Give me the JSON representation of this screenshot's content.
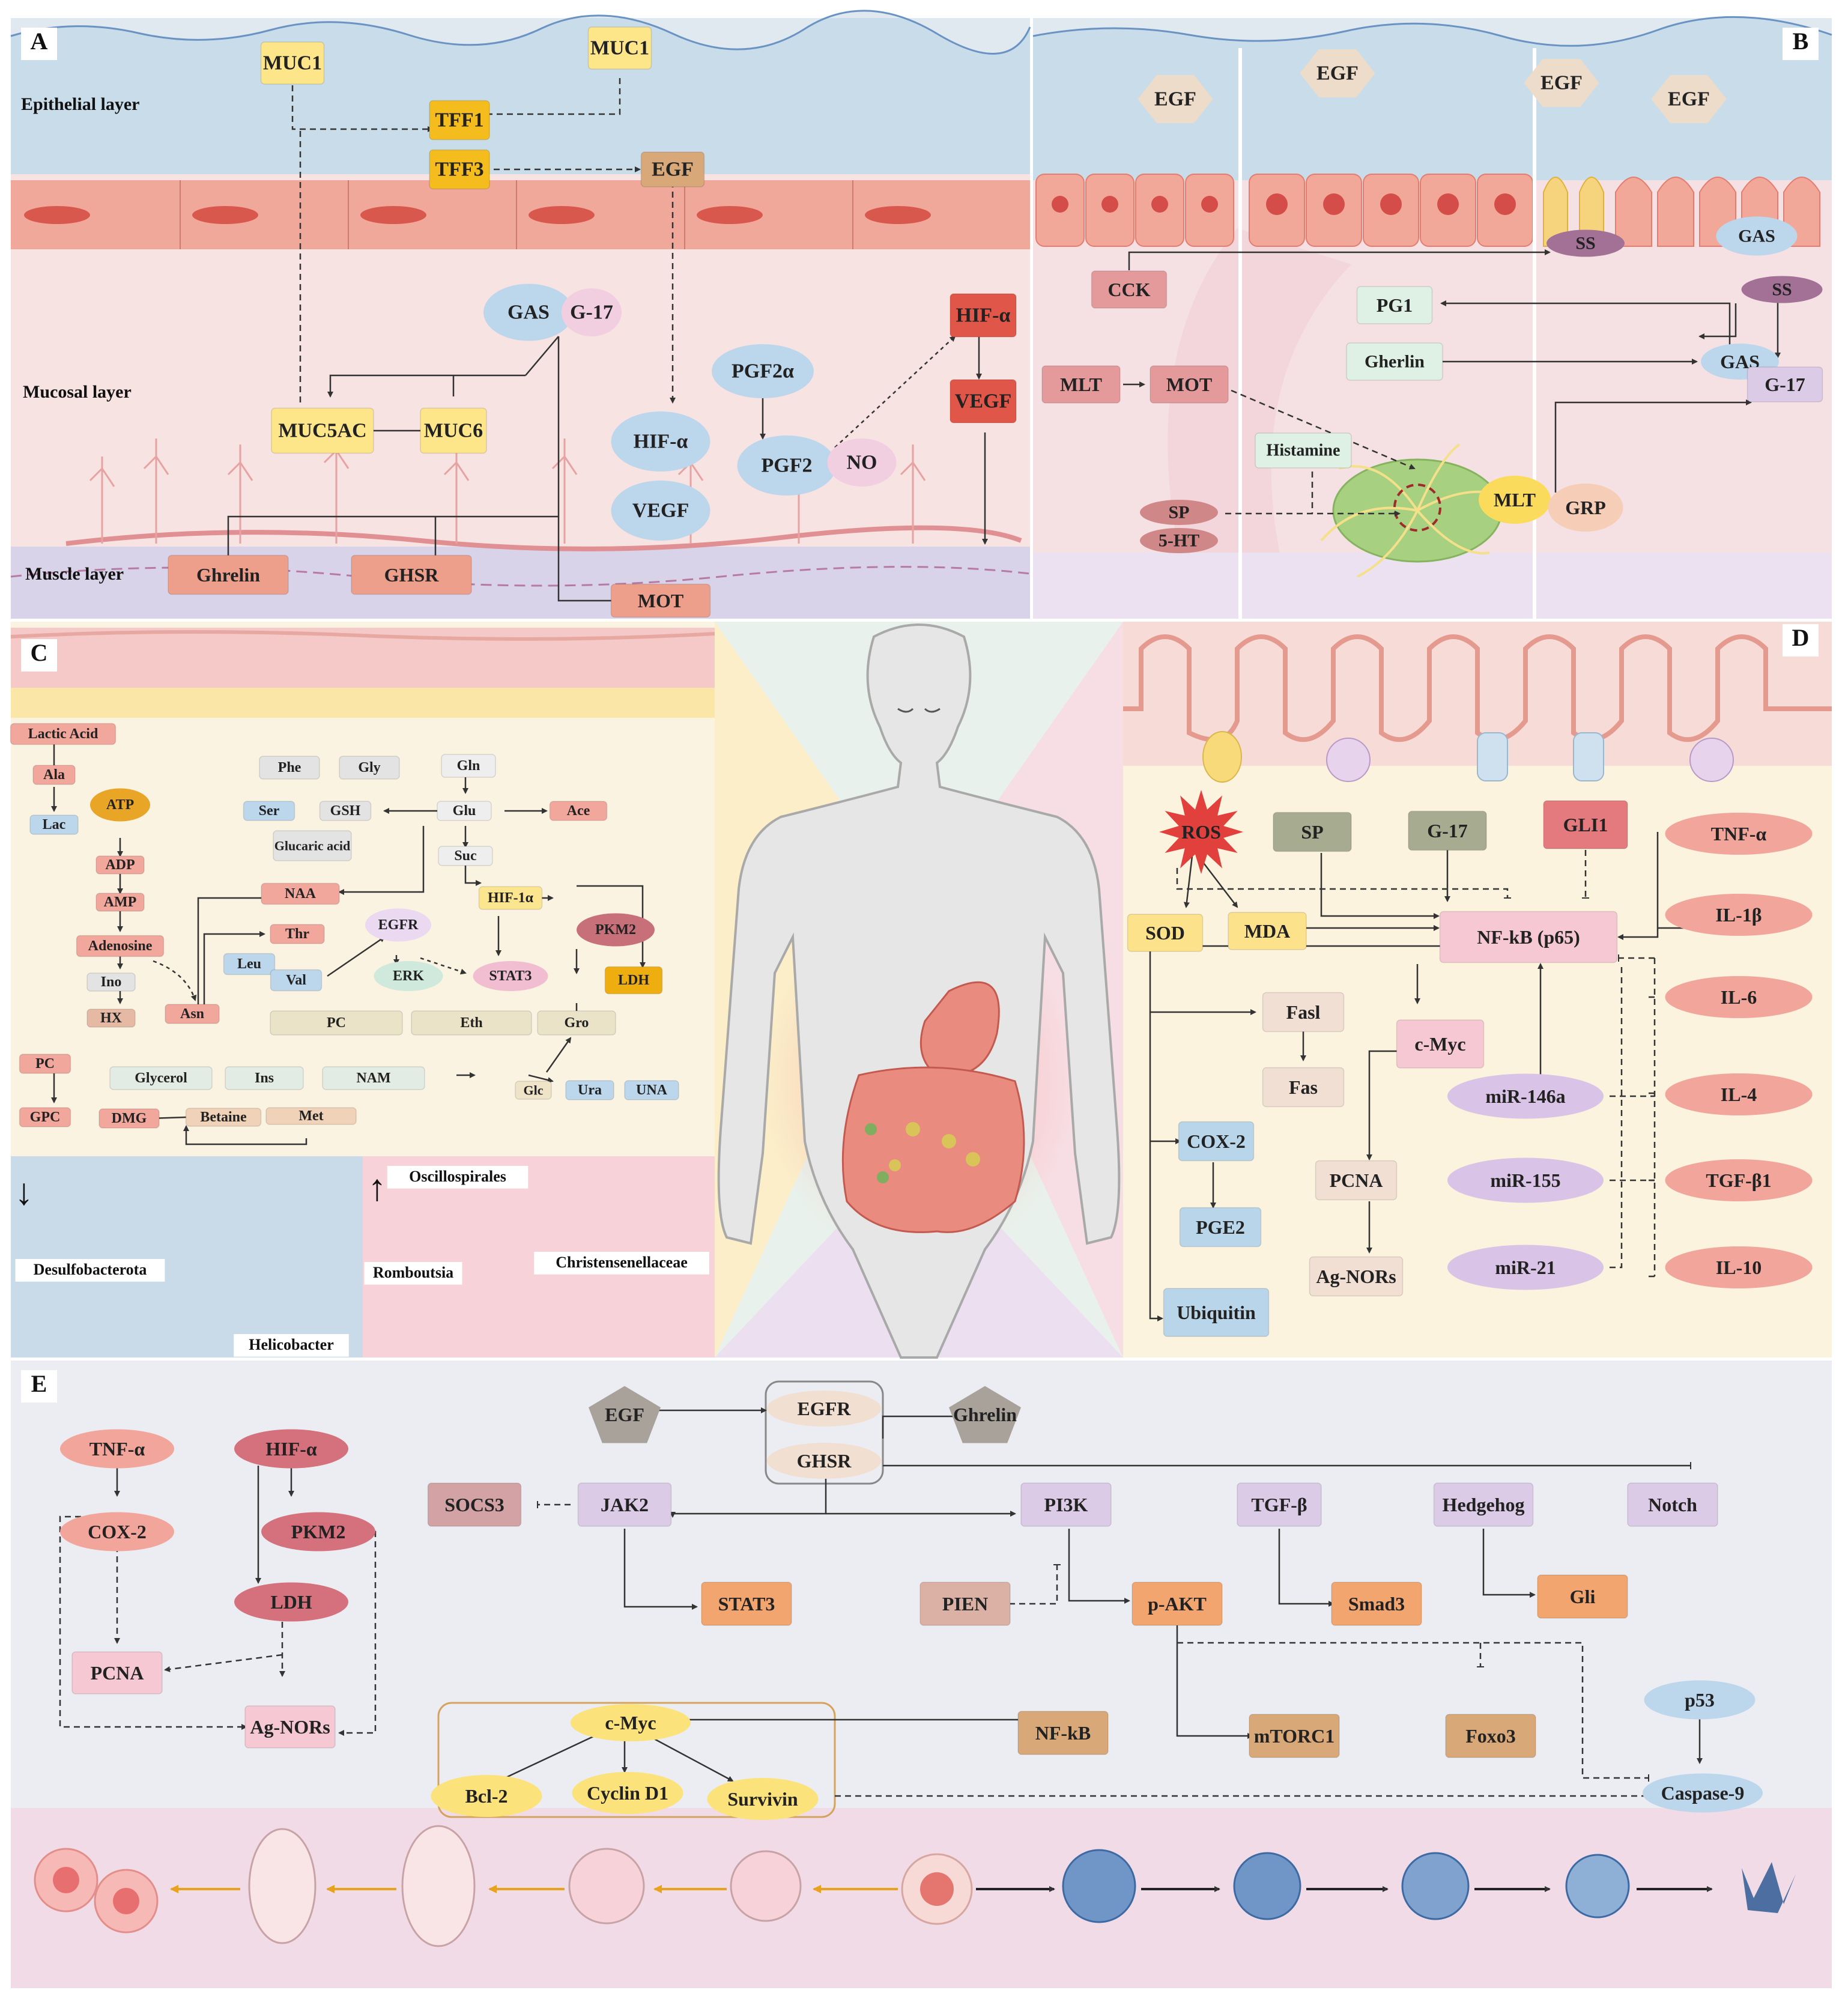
{
  "panel_letters": {
    "a": "A",
    "b": "B",
    "c": "C",
    "d": "D",
    "e": "E"
  },
  "panel_a": {
    "layers": {
      "epithelial": "Epithelial layer",
      "mucosal": "Mucosal layer",
      "muscle": "Muscle layer"
    },
    "nodes": {
      "muc1_left": "MUC1",
      "muc1_right": "MUC1",
      "tff1": "TFF1",
      "tff3": "TFF3",
      "egf": "EGF",
      "gas": "GAS",
      "g17": "G-17",
      "muc5ac": "MUC5AC",
      "muc6": "MUC6",
      "hif_a": "HIF-α",
      "vegf": "VEGF",
      "pgf2a": "PGF2α",
      "pgf2": "PGF2",
      "no": "NO",
      "hif_a_red": "HIF-α",
      "vegf_red": "VEGF",
      "ghrelin": "Ghrelin",
      "ghsr": "GHSR",
      "mot": "MOT"
    }
  },
  "panel_b": {
    "nodes": {
      "egf1": "EGF",
      "egf2": "EGF",
      "egf3": "EGF",
      "egf4": "EGF",
      "ss_top": "SS",
      "gas_top": "GAS",
      "cck": "CCK",
      "ss": "SS",
      "pg1": "PG1",
      "gherlin": "Gherlin",
      "gas": "GAS",
      "g17": "G-17",
      "mlt": "MLT",
      "mot": "MOT",
      "histamine": "Histamine",
      "sp": "SP",
      "ht5": "5-HT",
      "mlt_cell": "MLT",
      "grp": "GRP"
    }
  },
  "panel_c": {
    "nodes": {
      "lactic_acid": "Lactic Acid",
      "ala": "Ala",
      "lac": "Lac",
      "atp": "ATP",
      "adp": "ADP",
      "amp": "AMP",
      "adenosine": "Adenosine",
      "ino": "Ino",
      "hx": "HX",
      "phe": "Phe",
      "gly": "Gly",
      "gln": "Gln",
      "ser": "Ser",
      "gsh": "GSH",
      "glu": "Glu",
      "ace": "Ace",
      "glucaric": "Glucaric acid",
      "suc": "Suc",
      "naa": "NAA",
      "hif1a": "HIF-1α",
      "pkm2": "PKM2",
      "thr": "Thr",
      "egfr": "EGFR",
      "leu": "Leu",
      "val": "Val",
      "erk": "ERK",
      "stat3": "STAT3",
      "ldh": "LDH",
      "asn": "Asn",
      "pc_bar": "PC",
      "eth": "Eth",
      "gro": "Gro",
      "pc": "PC",
      "gpc": "GPC",
      "glycerol": "Glycerol",
      "ins": "Ins",
      "nam": "NAM",
      "glc": "Glc",
      "ura": "Ura",
      "una": "UNA",
      "dmg": "DMG",
      "betaine": "Betaine",
      "met": "Met"
    },
    "bacteria": {
      "down_arrow": "↓",
      "up_arrow": "↑",
      "desulfobacterota": "Desulfobacterota",
      "helicobacter": "Helicobacter",
      "oscillospirales": "Oscillospirales",
      "romboutsia": "Romboutsia",
      "christensenellaceae": "Christensenellaceae"
    }
  },
  "panel_d": {
    "nodes": {
      "ros": "ROS",
      "sp": "SP",
      "g17": "G-17",
      "gli1": "GLI1",
      "tnf": "TNF-α",
      "sod": "SOD",
      "mda": "MDA",
      "nfkb": "NF-kB (p65)",
      "il1b": "IL-1β",
      "il6": "IL-6",
      "fasl": "Fasl",
      "fas": "Fas",
      "cmyc": "c-Myc",
      "mir146a": "miR-146a",
      "il4": "IL-4",
      "cox2": "COX-2",
      "pcna": "PCNA",
      "mir155": "miR-155",
      "tgfb1": "TGF-β1",
      "pge2": "PGE2",
      "mir21": "miR-21",
      "il10": "IL-10",
      "agnors": "Ag-NORs",
      "ubiquitin": "Ubiquitin"
    }
  },
  "panel_e": {
    "nodes": {
      "tnf": "TNF-α",
      "hif": "HIF-α",
      "cox2": "COX-2",
      "pkm2": "PKM2",
      "ldh": "LDH",
      "pcna": "PCNA",
      "agnors": "Ag-NORs",
      "egf": "EGF",
      "egfr": "EGFR",
      "ghsr": "GHSR",
      "ghrelin": "Ghrelin",
      "socs3": "SOCS3",
      "jak2": "JAK2",
      "pi3k": "PI3K",
      "tgfb": "TGF-β",
      "hedgehog": "Hedgehog",
      "notch": "Notch",
      "stat3": "STAT3",
      "pien": "PIEN",
      "pakt": "p-AKT",
      "smad3": "Smad3",
      "gli": "Gli",
      "p53": "p53",
      "cmyc": "c-Myc",
      "nfkb": "NF-kB",
      "mtorc1": "mTORC1",
      "foxo3": "Foxo3",
      "bcl2": "Bcl-2",
      "cyclind1": "Cyclin D1",
      "survivin": "Survivin",
      "caspase9": "Caspase-9"
    }
  },
  "colors": {
    "epithelial_bg": "#c9dce9",
    "mucosal_bg": "#f7e3e1",
    "muscle_bg": "#d8d3e8",
    "yellow_box": "#fde58a",
    "orange_box": "#f4bc1c",
    "tan_box": "#d9a878",
    "red_box": "#e0574a",
    "salmon_box": "#ee9f8c",
    "blue_ellipse": "#bcd6ec",
    "pink_ellipse": "#f2cfe0",
    "green_box": "#a7ac90",
    "lilac_box": "#dccbe6",
    "orange_e": "#f2a56e",
    "panel_d_bg": "#fbf3dd",
    "panel_e_bg": "#ecedf2"
  }
}
